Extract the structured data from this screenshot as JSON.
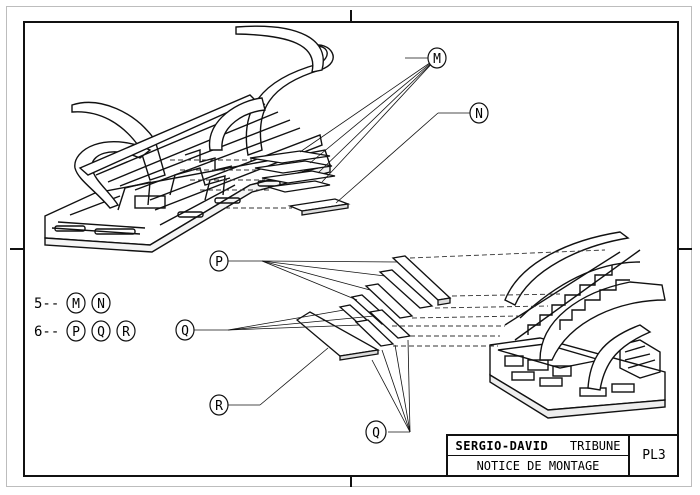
{
  "callouts": {
    "M": "M",
    "N": "N",
    "P": "P",
    "Q_left": "Q",
    "R": "R",
    "Q_bottom": "Q"
  },
  "steps": [
    {
      "number": "5--",
      "parts": [
        "M",
        "N"
      ]
    },
    {
      "number": "6--",
      "parts": [
        "P",
        "Q",
        "R"
      ]
    }
  ],
  "title_block": {
    "title_bold": "SERGIO-DAVID",
    "title_rest": "TRIBUNE",
    "subtitle": "NOTICE DE MONTAGE",
    "sheet": "PL3"
  }
}
